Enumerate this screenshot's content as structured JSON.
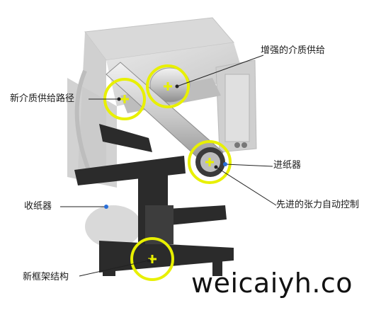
{
  "callouts": {
    "enhanced_media_feed": "增强的介质供给",
    "new_media_path": "新介质供给路径",
    "paper_feed": "进纸器",
    "tension_control": "先进的张力自动控制",
    "takeup": "收纸器",
    "new_frame": "新框架结构"
  },
  "watermark": "weicaiyh.co",
  "colors": {
    "highlight": "#e8f000",
    "machine_body": "#d6d6d6",
    "frame": "#2a2a2a",
    "leader_line": "#222222",
    "blue_marker": "#2a6fd8"
  }
}
